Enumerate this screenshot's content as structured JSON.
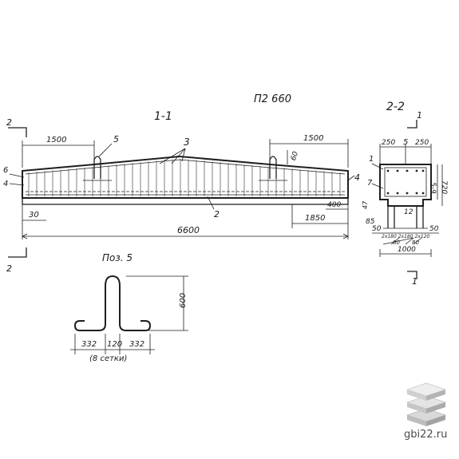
{
  "drawing": {
    "title": "П2 660",
    "section_1_label": "1-1",
    "section_2_label": "2-2",
    "cut_marks": {
      "left": "2",
      "right": "1"
    },
    "main_view": {
      "dim_left_top": "1500",
      "dim_right_top": "1500",
      "dim_total": "6600",
      "dim_left_bottom": "30",
      "dim_right_inner": "1850",
      "dim_right_end": "400",
      "dim_small_top": "60",
      "callout_5": "5",
      "callout_3": "3",
      "callout_2": "2",
      "callout_4_left": "4",
      "callout_4_right": "4",
      "callout_6": "6"
    },
    "section_view": {
      "dim_top_left": "250",
      "dim_top_right": "250",
      "callout_5": "5",
      "callout_1": "1",
      "callout_7": "7",
      "callout_12": "12",
      "dim_height": "720",
      "dim_inner": "5-9",
      "dim_side_a": "47",
      "dim_side_b": "85",
      "dim_bottom_left": "50",
      "dim_bottom_right": "50",
      "dim_bottom_mid": "2x180 2x180 2x120",
      "dim_bottom_total": "1000",
      "mark_a": "80",
      "mark_b": "80"
    },
    "detail": {
      "title": "Поз. 5",
      "dim_height": "600",
      "dim_left": "332",
      "dim_mid": "120",
      "dim_right": "332",
      "note": "(8 сетки)"
    }
  },
  "watermark": {
    "text": "gbi22.ru",
    "logo_icon": "stacked-slabs-icon"
  }
}
